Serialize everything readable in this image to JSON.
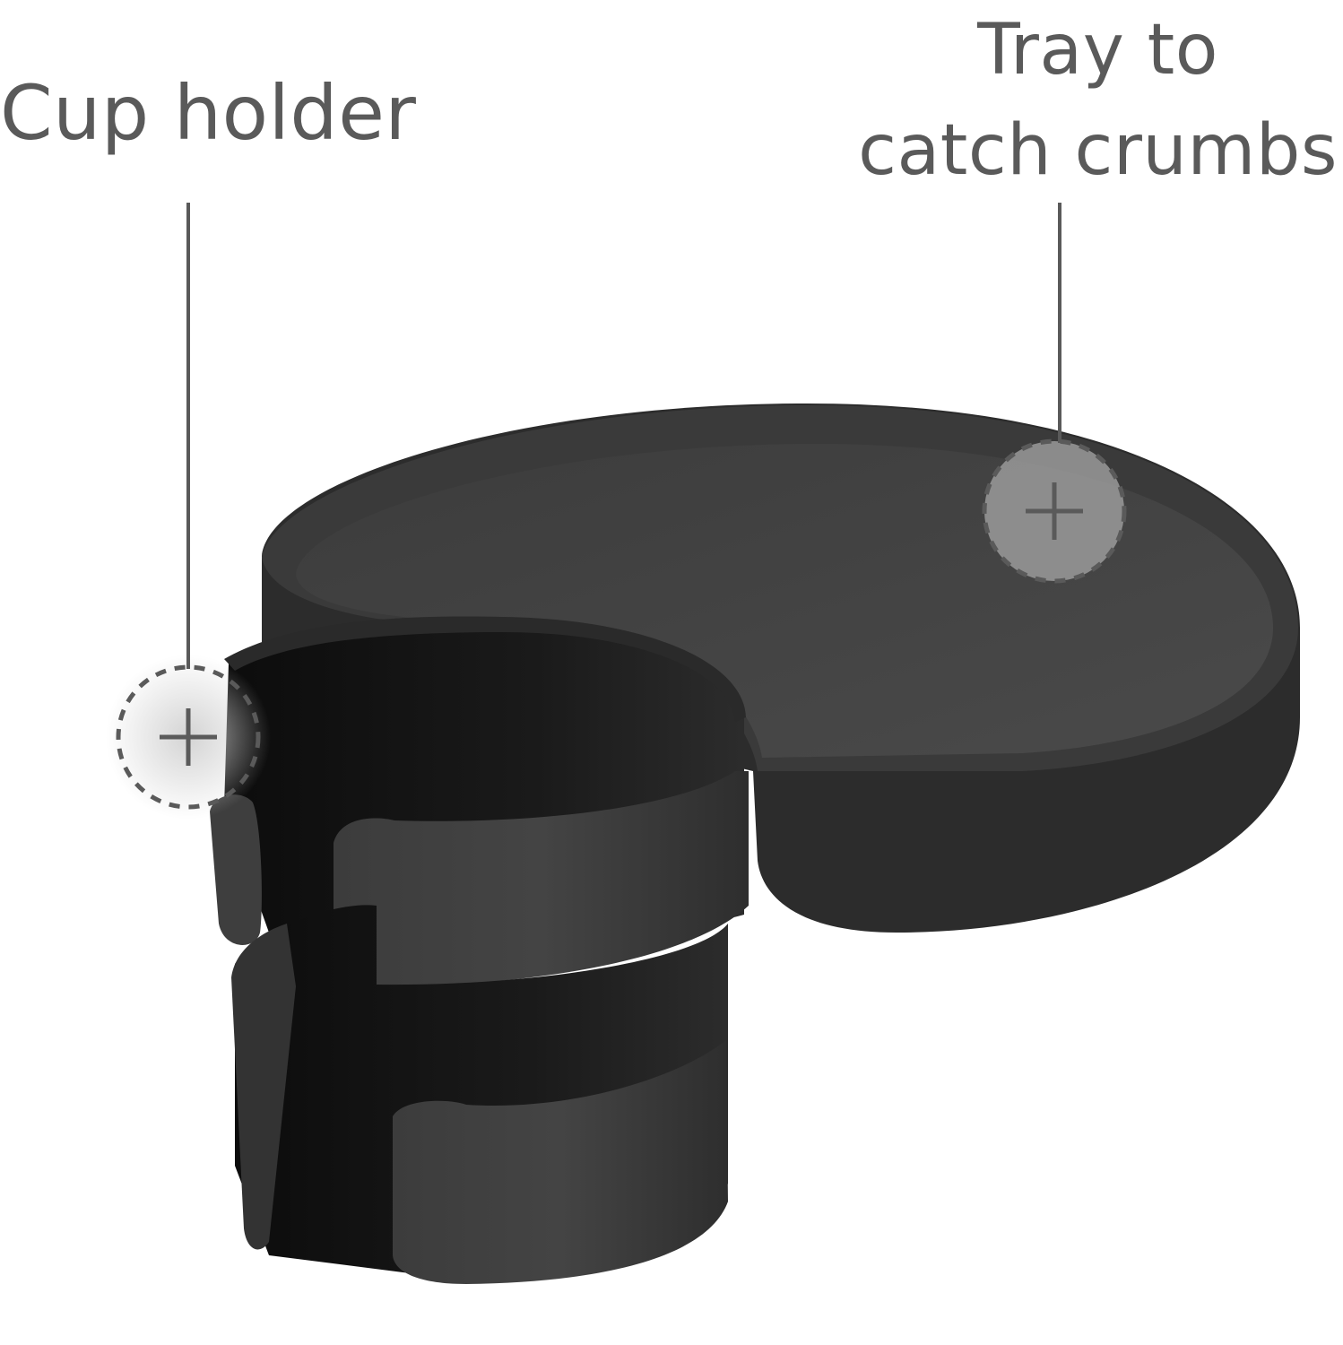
{
  "callouts": {
    "cup_holder": {
      "label": "Cup holder",
      "marker_icon": "plus-icon"
    },
    "tray": {
      "label_line1": "Tray to",
      "label_line2": "catch crumbs",
      "marker_icon": "plus-icon"
    }
  },
  "colors": {
    "text": "#5a5a5a",
    "product_dark": "#1e1e1e",
    "product_mid": "#3a3a3a",
    "product_light": "#4c4c4c",
    "marker_fill": "#9a9a9a",
    "background": "#ffffff"
  }
}
